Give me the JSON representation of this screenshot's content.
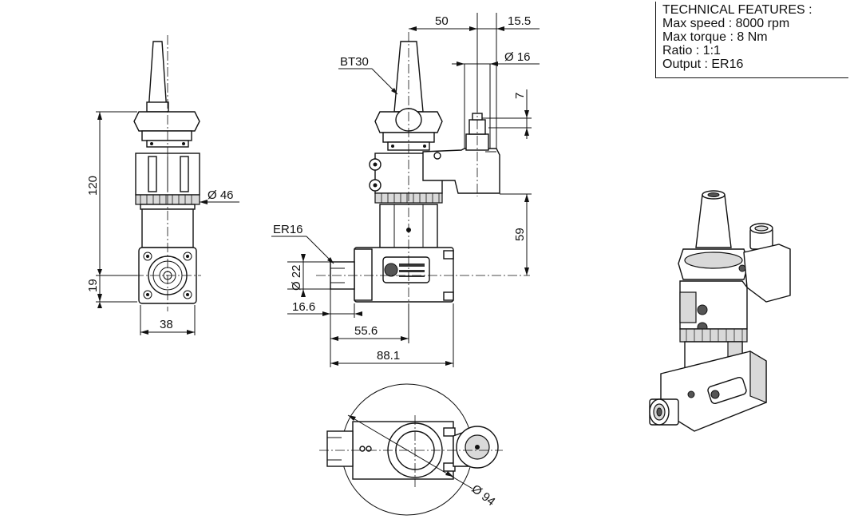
{
  "technical_features": {
    "title": "TECHNICAL FEATURES :",
    "lines": [
      "Max speed : 8000 rpm",
      "Max torque : 8 Nm",
      "Ratio : 1:1",
      "Output : ER16"
    ]
  },
  "dimensions": {
    "height_total": "120",
    "height_output": "19",
    "diameter_body": "Ø 46",
    "width_front": "38",
    "taper_label": "BT30",
    "collet_label": "ER16",
    "offset_50": "50",
    "offset_15_5": "15.5",
    "diameter_16": "Ø 16",
    "dim_7": "7",
    "dim_59": "59",
    "diameter_22": "Ø 22",
    "dim_16_6": "16.6",
    "dim_55_6": "55.6",
    "dim_88_1": "88.1",
    "diameter_94": "Ø 94"
  },
  "colors": {
    "line": "#111111",
    "fill_light": "#d9d9d9",
    "fill_dark": "#555555"
  }
}
